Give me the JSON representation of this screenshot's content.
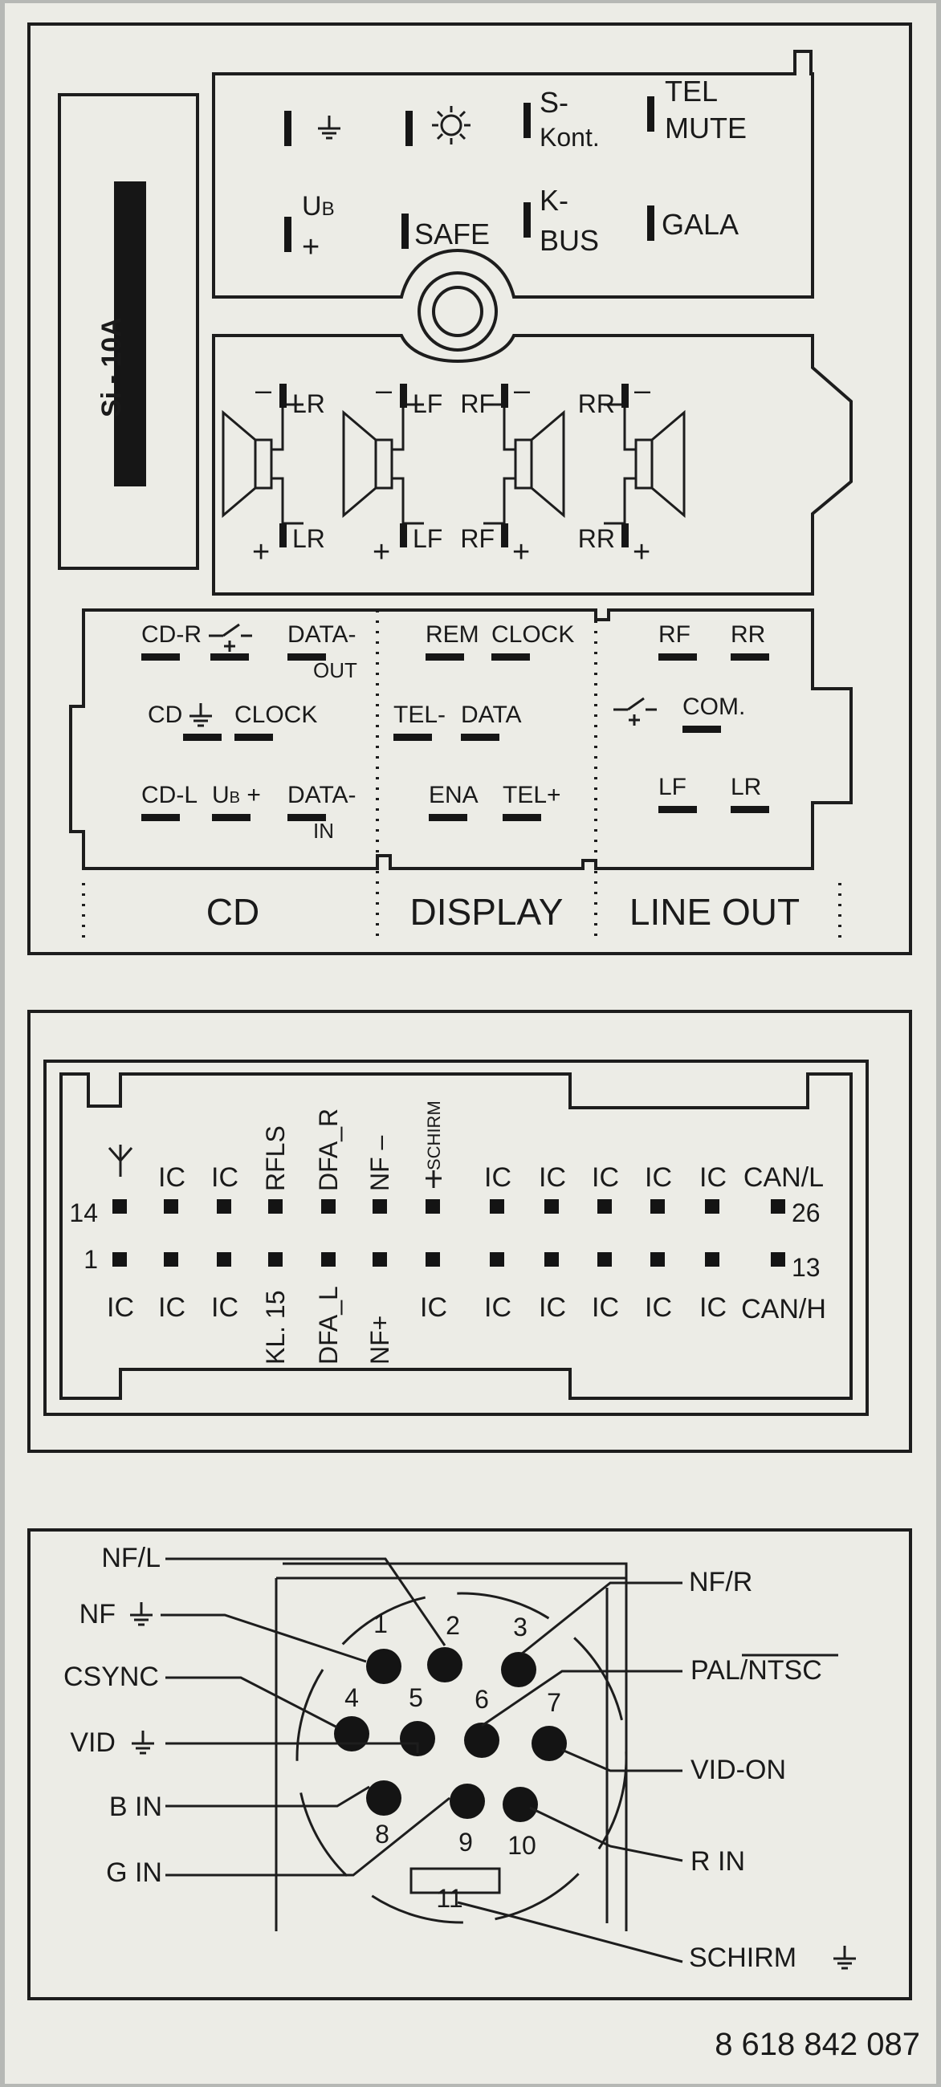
{
  "fuse": {
    "label": "Si - 10A"
  },
  "power_block": {
    "pins": [
      {
        "label": ""
      },
      {
        "label": ""
      },
      {
        "label": "S-",
        "label2": "Kont."
      },
      {
        "label": "TEL",
        "label2": "MUTE"
      },
      {
        "label": "U",
        "sub": "B",
        "label2": "+"
      },
      {
        "label": "SAFE"
      },
      {
        "label": "K-",
        "label2": "BUS"
      },
      {
        "label": "GALA"
      }
    ]
  },
  "speaker_block": {
    "speakers": [
      {
        "minus": "–",
        "plus": "+",
        "top": "LR",
        "bottom": "LR"
      },
      {
        "minus": "–",
        "plus": "+",
        "top": "LF",
        "bottom": "LF"
      },
      {
        "minus": "–",
        "plus": "+",
        "top": "RF",
        "bottom": "RF"
      },
      {
        "minus": "–",
        "plus": "+",
        "top": "RR",
        "bottom": "RR"
      }
    ]
  },
  "connector_block": {
    "cd": {
      "title": "CD",
      "pins": [
        {
          "label": "CD-R"
        },
        {
          "label": ""
        },
        {
          "label": "DATA-",
          "label2": "OUT"
        },
        {
          "label": "CD"
        },
        {
          "label": "CLOCK"
        },
        {
          "label": "CD-L"
        },
        {
          "label": "U",
          "sub": "B",
          "suffix": " +"
        },
        {
          "label": "DATA-",
          "label2": "IN"
        }
      ]
    },
    "display": {
      "title": "DISPLAY",
      "pins": [
        {
          "label": "REM"
        },
        {
          "label": "CLOCK"
        },
        {
          "label": "TEL-"
        },
        {
          "label": "DATA"
        },
        {
          "label": "ENA"
        },
        {
          "label": "TEL+"
        }
      ]
    },
    "line_out": {
      "title": "LINE OUT",
      "pins": [
        {
          "label": "RF"
        },
        {
          "label": "RR"
        },
        {
          "label": ""
        },
        {
          "label": "COM."
        },
        {
          "label": "LF"
        },
        {
          "label": "LR"
        }
      ]
    }
  },
  "quadlock_block": {
    "top_num_left": "14",
    "top_num_right": "26",
    "bottom_num_left": "1",
    "bottom_num_right": "13",
    "top_labels": [
      "",
      "IC",
      "IC",
      "RFLS",
      "DFA_R",
      "NF –",
      "SCHIRM",
      "IC",
      "IC",
      "IC",
      "IC",
      "IC",
      "CAN/L"
    ],
    "bottom_labels": [
      "IC",
      "IC",
      "IC",
      "KL. 15",
      "DFA_L",
      "NF+",
      "IC",
      "IC",
      "IC",
      "IC",
      "IC",
      "IC",
      "CAN/H"
    ]
  },
  "din_block": {
    "pins": [
      {
        "num": "1"
      },
      {
        "num": "2"
      },
      {
        "num": "3"
      },
      {
        "num": "4"
      },
      {
        "num": "5"
      },
      {
        "num": "6"
      },
      {
        "num": "7"
      },
      {
        "num": "8"
      },
      {
        "num": "9"
      },
      {
        "num": "10"
      },
      {
        "num": "11"
      }
    ],
    "left_labels": [
      "NF/L",
      "NF",
      "CSYNC",
      "VID",
      "B IN",
      "G IN"
    ],
    "right_labels": [
      "NF/R",
      "PAL/NTSC",
      "VID-ON",
      "R IN",
      "SCHIRM"
    ]
  },
  "part_number": "8 618 842 087"
}
